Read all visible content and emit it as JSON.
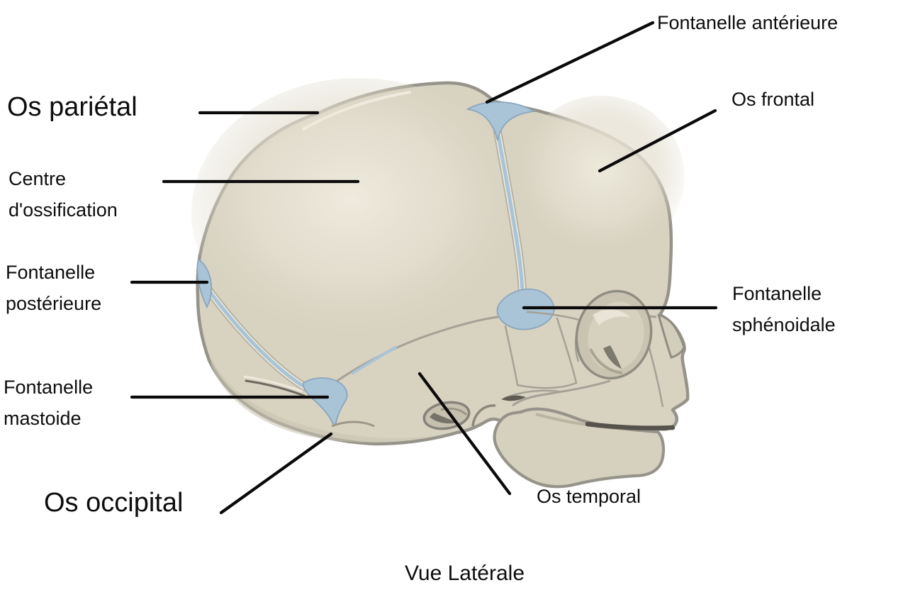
{
  "figure": {
    "caption": "Vue Latérale",
    "labels": {
      "fontanelle_anterieure": "Fontanelle antérieure",
      "os_frontal": "Os frontal",
      "os_parietal": "Os pariétal",
      "centre_ossification": "Centre\nd'ossification",
      "fontanelle_posterieure": "Fontanelle\npostérieure",
      "fontanelle_mastoide": "Fontanelle\nmastoide",
      "os_occipital": "Os occipital",
      "fontanelle_sphenoidale": "Fontanelle\nsphénoidale",
      "os_temporal": "Os temporal"
    },
    "colors": {
      "bone": "#d8d2c1",
      "bone_highlight": "#eeeadd",
      "bone_outline": "#96948a",
      "fontanelle_blue": "#a9c3d7",
      "fontanelle_edge": "#8aa6bc",
      "leader_line": "#0a0a0a",
      "text": "#0d0d0d",
      "background": "#ffffff"
    }
  }
}
